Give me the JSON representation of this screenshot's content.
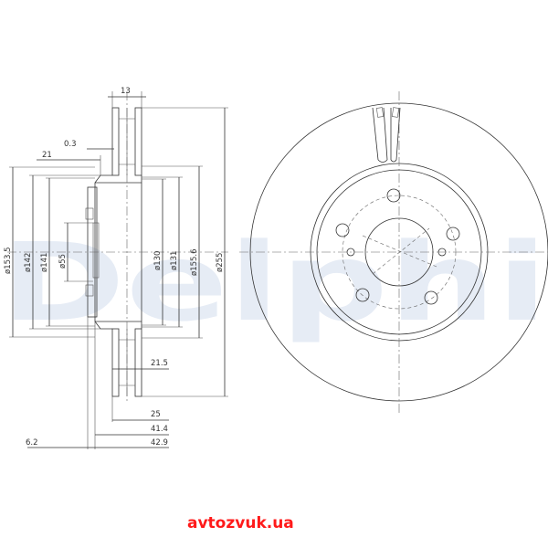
{
  "watermark": "Delphi",
  "site": "avtozvuk.ua",
  "colors": {
    "lines": "#333333",
    "watermark": "#e6ecf5",
    "site": "#ff1a1a"
  },
  "dims": {
    "top_13": "13",
    "d_03": "0.3",
    "d_21": "21",
    "d_1535": "ø153.5",
    "d_142": "ø142",
    "d_141": "ø141",
    "d_55": "ø55",
    "d_130": "ø130",
    "d_131": "ø131",
    "d_1556": "ø155.6",
    "d_255": "ø255",
    "d_215": "21.5",
    "d_25": "25",
    "d_414": "41.4",
    "d_429": "42.9",
    "d_62": "6.2"
  }
}
